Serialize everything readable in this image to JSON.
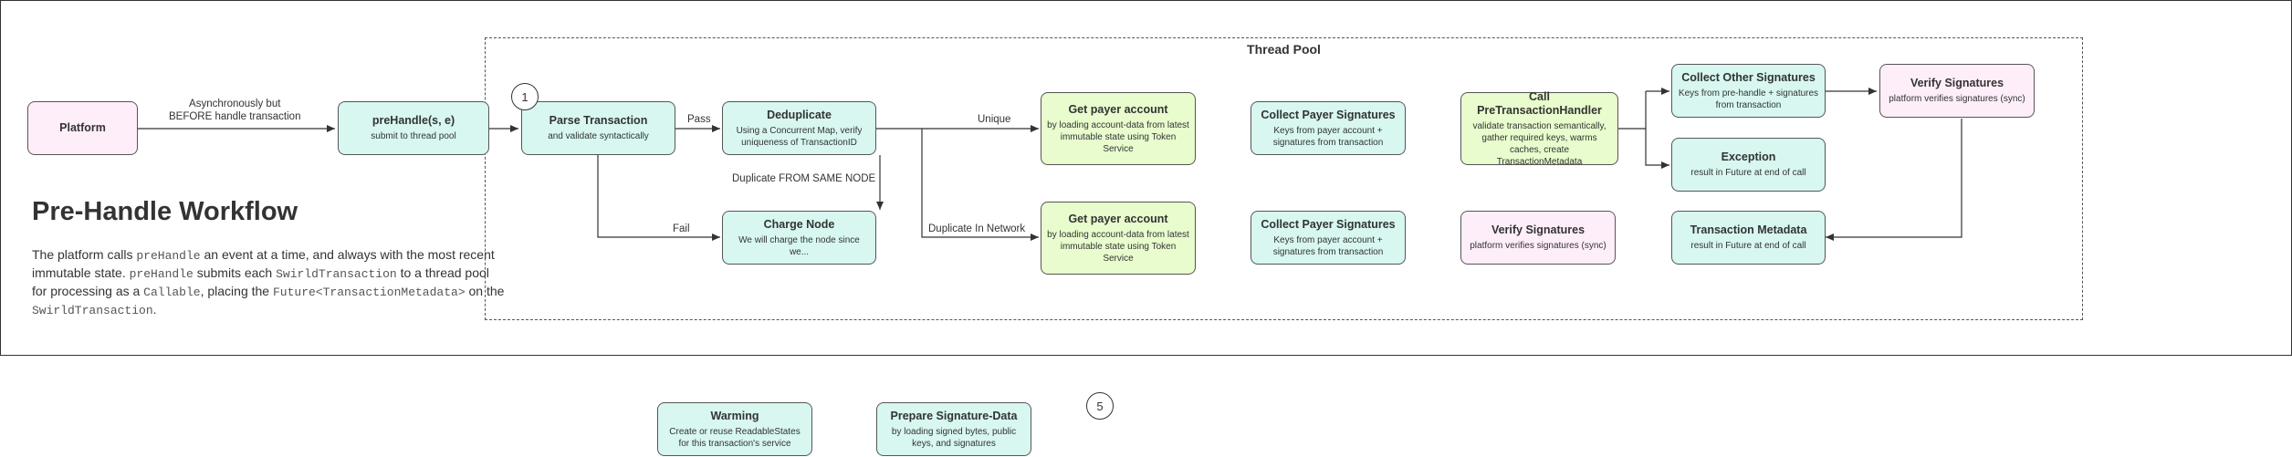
{
  "pool_title": "Thread Pool",
  "heading": "Pre-Handle Workflow",
  "description": [
    {
      "type": "text",
      "value": "The platform calls "
    },
    {
      "type": "code",
      "value": "preHandle"
    },
    {
      "type": "text",
      "value": " an event at a time, and always with the most recent immutable state. "
    },
    {
      "type": "code",
      "value": "preHandle"
    },
    {
      "type": "text",
      "value": " submits each "
    },
    {
      "type": "code",
      "value": "SwirldTransaction"
    },
    {
      "type": "text",
      "value": " to a thread pool for processing as a "
    },
    {
      "type": "code",
      "value": "Callable"
    },
    {
      "type": "text",
      "value": ", placing the "
    },
    {
      "type": "code",
      "value": "Future<TransactionMetadata>"
    },
    {
      "type": "text",
      "value": " on the "
    },
    {
      "type": "code",
      "value": "SwirldTransaction"
    },
    {
      "type": "text",
      "value": "."
    }
  ],
  "nodes": {
    "platform": {
      "title": "Platform",
      "sub": ""
    },
    "prehandle": {
      "title": "preHandle(s, e)",
      "sub": "submit to thread pool"
    },
    "parse": {
      "title": "Parse Transaction",
      "sub": "and validate syntactically"
    },
    "dedup": {
      "title": "Deduplicate",
      "sub": "Using a Concurrent Map, verify uniqueness of TransactionID"
    },
    "charge": {
      "title": "Charge Node",
      "sub": "We will charge the node since we..."
    },
    "payer1": {
      "title": "Get payer account",
      "sub": "by loading account-data from latest immutable state using Token Service"
    },
    "payer2": {
      "title": "Get payer account",
      "sub": "by loading account-data from latest immutable state using Token Service"
    },
    "collectpayer1": {
      "title": "Collect Payer Signatures",
      "sub": "Keys from payer account + signatures from transaction"
    },
    "collectpayer2": {
      "title": "Collect Payer Signatures",
      "sub": "Keys from payer account + signatures from transaction"
    },
    "callpre": {
      "title": "Call PreTransactionHandler",
      "sub": "validate transaction semantically, gather required keys, warms caches, create TransactionMetadata"
    },
    "verifysig2": {
      "title": "Verify Signatures",
      "sub": "platform verifies signatures (sync)"
    },
    "collectother": {
      "title": "Collect Other Signatures",
      "sub": "Keys from pre-handle + signatures from transaction"
    },
    "exception": {
      "title": "Exception",
      "sub": "result in Future at end of call"
    },
    "txmeta": {
      "title": "Transaction Metadata",
      "sub": "result in Future at end of call"
    },
    "verifysig1": {
      "title": "Verify Signatures",
      "sub": "platform verifies signatures (sync)"
    },
    "warming": {
      "title": "Warming",
      "sub": "Create or reuse ReadableStates for this transaction's service"
    },
    "prepare": {
      "title": "Prepare Signature-Data",
      "sub": "by loading signed bytes, public keys, and signatures"
    }
  },
  "edge_labels": {
    "async": "Asynchronously but\nBEFORE handle transaction",
    "pass": "Pass",
    "fail": "Fail",
    "unique": "Unique",
    "dup_same": "Duplicate FROM SAME NODE",
    "dup_network": "Duplicate In Network"
  },
  "markers": {
    "one": "1",
    "five": "5"
  },
  "colors": {
    "pink": "#fdeefa",
    "teal": "#d7f7f0",
    "green": "#e8fccd",
    "stroke": "#333333"
  }
}
